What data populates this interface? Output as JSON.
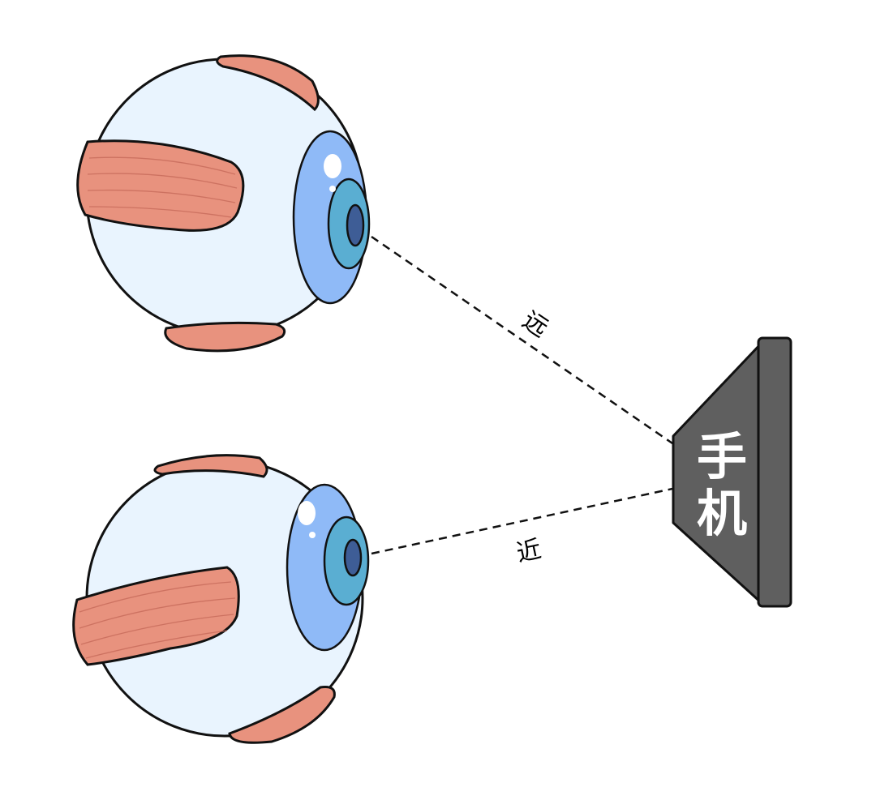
{
  "labels": {
    "far": "远",
    "near": "近",
    "phone_line1": "手",
    "phone_line2": "机"
  },
  "colors": {
    "eyeball": "#e9f4fe",
    "iris": "#8fbaf7",
    "iris_ring": "#5aaed2",
    "pupil": "#3e5d96",
    "muscle": "#e8927e",
    "phone": "#5f5f5f"
  }
}
